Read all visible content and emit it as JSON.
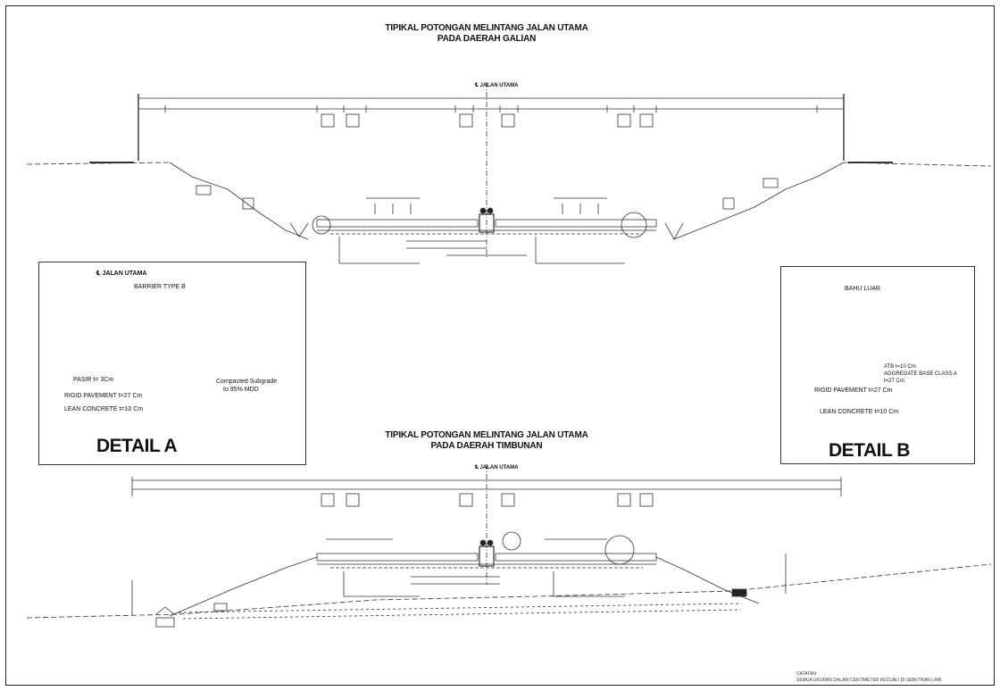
{
  "section_top": {
    "title_line1": "TIPIKAL POTONGAN MELINTANG JALAN UTAMA",
    "title_line2": "PADA DAERAH GALIAN",
    "centerline": "℄ JALAN UTAMA"
  },
  "section_bottom": {
    "title_line1": "TIPIKAL POTONGAN MELINTANG JALAN UTAMA",
    "title_line2": "PADA DAERAH TIMBUNAN",
    "centerline": "℄ JALAN UTAMA"
  },
  "detail_a": {
    "title": "DETAIL A",
    "centerline": "℄ JALAN UTAMA",
    "barrier": "BARRIER TYPE B",
    "pasir": "PASIR t= 3Cm",
    "rigid": "RIGID PAVEMENT t=27 Cm",
    "lean": "LEAN CONCRETE t=10 Cm",
    "subgrade_1": "Compacted Subgrade",
    "subgrade_2": "to 95% MDD"
  },
  "detail_b": {
    "title": "DETAIL B",
    "bahu": "BAHU LUAR",
    "atb": "ATB t=10 Cm",
    "aggregate_1": "AGGREGATE BASE CLASS A",
    "aggregate_2": "t=27 Cm",
    "rigid": "RIGID PAVEMENT t=27 Cm",
    "lean": "LEAN CONCRETE t=10 Cm"
  },
  "notes": {
    "heading": "CATATAN:",
    "line1": "SEMUA UKURAN DALAM CENTIMETER KECUALI DI SEBUTKAN LAIN"
  }
}
